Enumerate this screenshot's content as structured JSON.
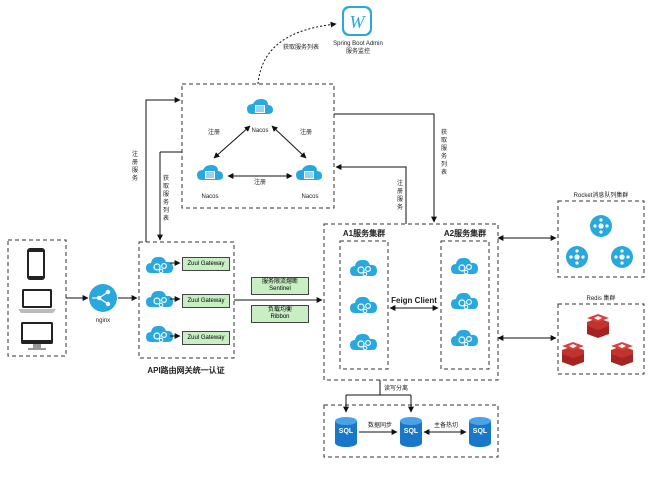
{
  "spring_boot_admin": {
    "line1": "Spring Boot Admin",
    "line2": "服务监控",
    "icon": "spring-boot-admin-icon"
  },
  "edge_fetch_top": "获取服务列表",
  "nacos": {
    "label": "Nacos",
    "register": "注册"
  },
  "labels": {
    "register_service": "注册服务",
    "get_service_list": "获取服务列表",
    "register_service_right": "注册服务",
    "get_service_list_right": "获取服务列表"
  },
  "clients": [
    "phone",
    "laptop",
    "desktop"
  ],
  "nginx": "nginx",
  "gateway": {
    "item_label": "Zuul Gateway",
    "caption": "API路由网关统一认证"
  },
  "middle_boxes": [
    {
      "line1": "服务限流熔断",
      "line2": "Sentinel"
    },
    {
      "line1": "负载均衡",
      "line2": "Ribbon"
    }
  ],
  "clusters": {
    "a1": "A1服务集群",
    "a2": "A2服务集群",
    "feign": "Feign Client"
  },
  "rocket": "Rocket消息队列集群",
  "redis": "Redis 集群",
  "db": {
    "rw_split": "读写分离",
    "sync": "数据同步",
    "failover": "主备热切",
    "sql": "SQL"
  },
  "colors": {
    "accent": "#29a8e0",
    "gateway_green": "#c8efc4",
    "redis_red": "#c2332f"
  }
}
